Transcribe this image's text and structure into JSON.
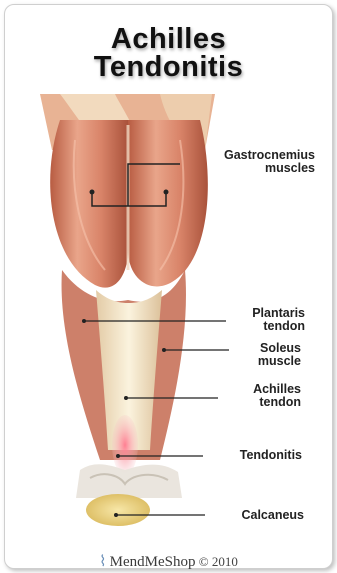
{
  "title": {
    "line1": "Achilles",
    "line2": "Tendonitis"
  },
  "labels": {
    "gastrocnemius_line1": "Gastrocnemius",
    "gastrocnemius_line2": "muscles",
    "plantaris_line1": "Plantaris",
    "plantaris_line2": "tendon",
    "soleus_line1": "Soleus",
    "soleus_line2": "muscle",
    "achilles_line1": "Achilles",
    "achilles_line2": "tendon",
    "tendonitis": "Tendonitis",
    "calcaneus": "Calcaneus"
  },
  "footer": {
    "brand": "MendMeShop",
    "copyright": "© 2010"
  },
  "colors": {
    "muscle": "#c9735a",
    "muscle_light": "#e8a68c",
    "tendon": "#f2e6c8",
    "inflamed": "#f08a9a",
    "bone": "#f0d98a",
    "leader": "#222222"
  }
}
